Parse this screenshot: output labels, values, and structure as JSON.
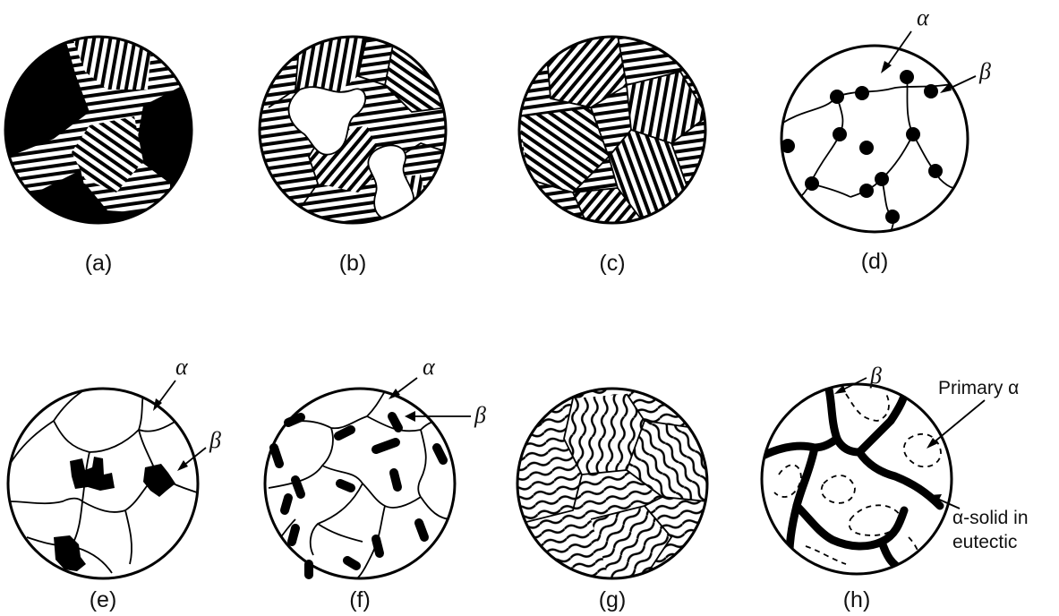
{
  "panels": {
    "a": {
      "caption": "(a)"
    },
    "b": {
      "caption": "(b)"
    },
    "c": {
      "caption": "(c)"
    },
    "d": {
      "caption": "(d)",
      "alpha": "α",
      "beta": "β"
    },
    "e": {
      "caption": "(e)",
      "alpha": "α",
      "beta": "β"
    },
    "f": {
      "caption": "(f)",
      "alpha": "α",
      "beta": "β"
    },
    "g": {
      "caption": "(g)"
    },
    "h": {
      "caption": "(h)",
      "beta": "β",
      "primary_alpha": "Primary α",
      "alpha_solid_line1": "α-solid in",
      "alpha_solid_line2": "eutectic"
    }
  }
}
